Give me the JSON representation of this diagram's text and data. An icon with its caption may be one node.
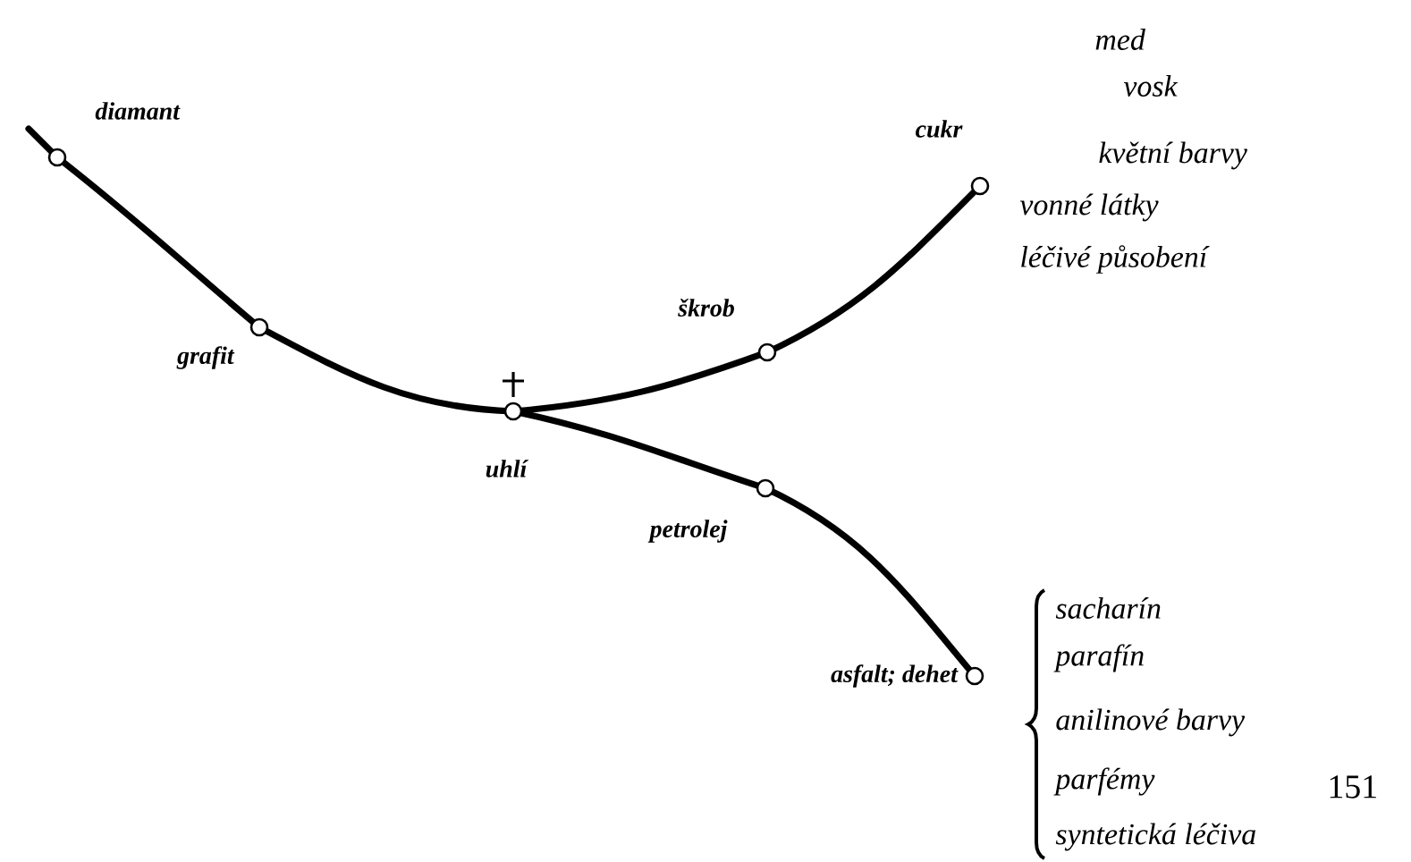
{
  "diagram": {
    "nodes": [
      {
        "text": [],
        "shape": "circle",
        "beside": [
          "diamant"
        ]
      },
      {
        "text": [],
        "shape": "circle",
        "beside": [
          "grafit"
        ]
      },
      {
        "text": [],
        "shape": "circle",
        "beside": [
          "uhlí"
        ]
      },
      {
        "text": [],
        "shape": "circle",
        "beside": [
          "škrob"
        ]
      },
      {
        "text": [],
        "shape": "circle",
        "beside": [
          "cukr"
        ]
      },
      {
        "text": [],
        "shape": "circle",
        "beside": [
          "petrolej"
        ]
      },
      {
        "text": [],
        "shape": "circle",
        "beside": [
          "asfalt; dehet"
        ]
      }
    ],
    "edges": [
      {
        "from": 0,
        "to": 1,
        "arrow": "none"
      },
      {
        "from": 1,
        "to": 2,
        "arrow": "none"
      },
      {
        "from": 2,
        "to": 3,
        "arrow": "none"
      },
      {
        "from": 3,
        "to": 4,
        "arrow": "none"
      },
      {
        "from": 2,
        "to": 5,
        "arrow": "none"
      },
      {
        "from": 5,
        "to": 6,
        "arrow": "none"
      }
    ],
    "labels": [
      "med",
      "vosk",
      "květní barvy",
      "vonné látky",
      "léčivé působení",
      "sacharín",
      "parafín",
      "anilinové barvy",
      "parfémy",
      "syntetická léčiva",
      "151"
    ]
  }
}
